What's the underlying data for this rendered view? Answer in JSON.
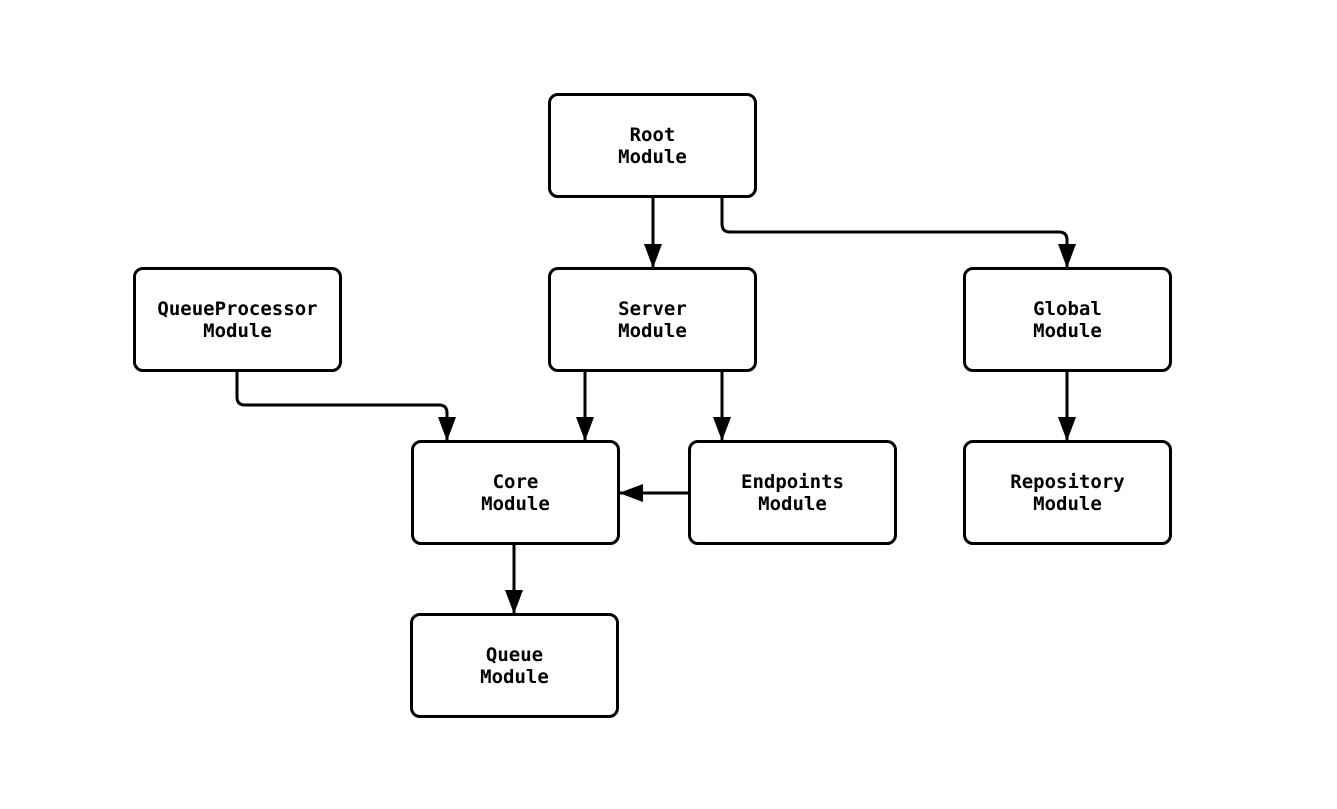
{
  "diagram": {
    "type": "module-dependency-flowchart",
    "background_color": "#ffffff",
    "stroke_color": "#000000",
    "nodes": {
      "root": "Root\nModule",
      "queue_processor": "QueueProcessor\nModule",
      "server": "Server\nModule",
      "global": "Global\nModule",
      "core": "Core\nModule",
      "endpoints": "Endpoints\nModule",
      "repository": "Repository\nModule",
      "queue": "Queue\nModule"
    },
    "edges": [
      {
        "from": "Root Module",
        "to": "Server Module"
      },
      {
        "from": "Root Module",
        "to": "Global Module"
      },
      {
        "from": "QueueProcessor Module",
        "to": "Core Module"
      },
      {
        "from": "Server Module",
        "to": "Core Module"
      },
      {
        "from": "Server Module",
        "to": "Endpoints Module"
      },
      {
        "from": "Global Module",
        "to": "Repository Module"
      },
      {
        "from": "Endpoints Module",
        "to": "Core Module"
      },
      {
        "from": "Core Module",
        "to": "Queue Module"
      }
    ]
  }
}
